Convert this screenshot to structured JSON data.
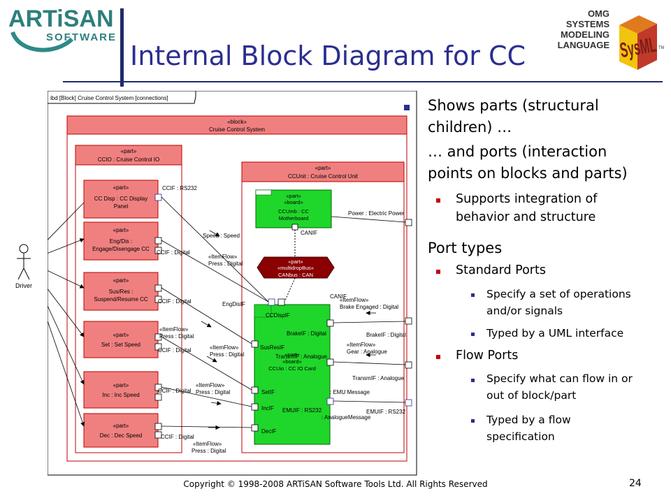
{
  "title": "Internal Block Diagram for CC",
  "logos": {
    "artisan_line1": "ARTiSAN",
    "artisan_line2": "SOFTWARE",
    "omg_line1": "OMG",
    "omg_line2": "SYSTEMS",
    "omg_line3": "MODELING",
    "omg_line4": "LANGUAGE",
    "sysml_mark": "SysML",
    "tm": "TM"
  },
  "bullets": [
    {
      "level": 1,
      "lines": [
        "Shows parts (structural",
        "children) …"
      ]
    },
    {
      "level": 1,
      "lines": [
        "… and ports (interaction",
        "points on blocks and parts)"
      ]
    },
    {
      "level": 2,
      "lines": [
        "Supports integration of",
        "behavior and structure"
      ]
    },
    {
      "level": 1,
      "lines": [
        "Port types"
      ]
    },
    {
      "level": 2,
      "lines": [
        "Standard Ports"
      ]
    },
    {
      "level": 3,
      "lines": [
        "Specify a set of operations",
        "and/or signals"
      ]
    },
    {
      "level": 3,
      "lines": [
        "Typed by a UML interface"
      ]
    },
    {
      "level": 2,
      "lines": [
        "Flow Ports"
      ]
    },
    {
      "level": 3,
      "lines": [
        "Specify what can flow in or",
        "out of block/part"
      ]
    },
    {
      "level": 3,
      "lines": [
        "Typed by a flow",
        "specification"
      ]
    }
  ],
  "footer": "Copyright © 1998-2008 ARTiSAN Software Tools Ltd.  All Rights Reserved",
  "page_number": "24",
  "diagram": {
    "frame_label": "ibd [Block] Cruise Control System [connections]",
    "outer_block": {
      "stereo": "«block»",
      "name": "Cruise Control System"
    },
    "ccio": {
      "stereo": "«part»",
      "name": "CCIO : Cruise Control IO"
    },
    "ccunit": {
      "stereo": "«part»",
      "name": "CCUnit : Cruise Control Unit"
    },
    "parts": [
      {
        "stereo": "«part»",
        "name1": "CC Disp : CC Display",
        "name2": "Panel"
      },
      {
        "stereo": "«part»",
        "name1": "Eng/Dis :",
        "name2": "Engage/Disengage CC"
      },
      {
        "stereo": "«part»",
        "name1": "Sus/Res :",
        "name2": "Suspend/Resume CC"
      },
      {
        "stereo": "«part»",
        "name1": "Set : Set Speed",
        "name2": ""
      },
      {
        "stereo": "«part»",
        "name1": "Inc : Inc Speed",
        "name2": ""
      },
      {
        "stereo": "«part»",
        "name1": "Dec : Dec Speed",
        "name2": ""
      }
    ],
    "mb": {
      "stereo1": "«part»",
      "stereo2": "«board»",
      "name1": "CCUmb : CC",
      "name2": "Motherboard"
    },
    "bus": {
      "stereo1": "«part»",
      "stereo2": "«multidropBus»",
      "name": "CANbus : CAN"
    },
    "io": {
      "stereo1": "«part»",
      "stereo2": "«board»",
      "name": "CCUio : CC IO Card"
    },
    "actor": "Driver",
    "labels": {
      "ccif_rs232": "CCIF : RS232",
      "ccif_digital": "CCIF : Digital",
      "speed": "Speed : Speed",
      "itemflow": "«ItemFlow»",
      "press_digital": "Press : Digital",
      "power": "Power : Electric Power",
      "canif": "CANIF",
      "engdisif": "EngDisIF",
      "cciodisif": "CCDispIF",
      "brake_engaged": "Brake Engaged : Digital",
      "brakeif_digital": "BrakeIF : Digital",
      "susresif": "SusResIF",
      "transmif_analogue": "TransmIF : Analogue",
      "gear_analogue": "Gear : Analogue",
      "setif": "SetIF",
      "incif": "IncIF",
      "decif": "DecIF",
      "emu_message": ": EMU Message",
      "emuif_rs232": "EMUIF : RS232",
      "analogue_message": ": AnalogueMessage"
    }
  }
}
